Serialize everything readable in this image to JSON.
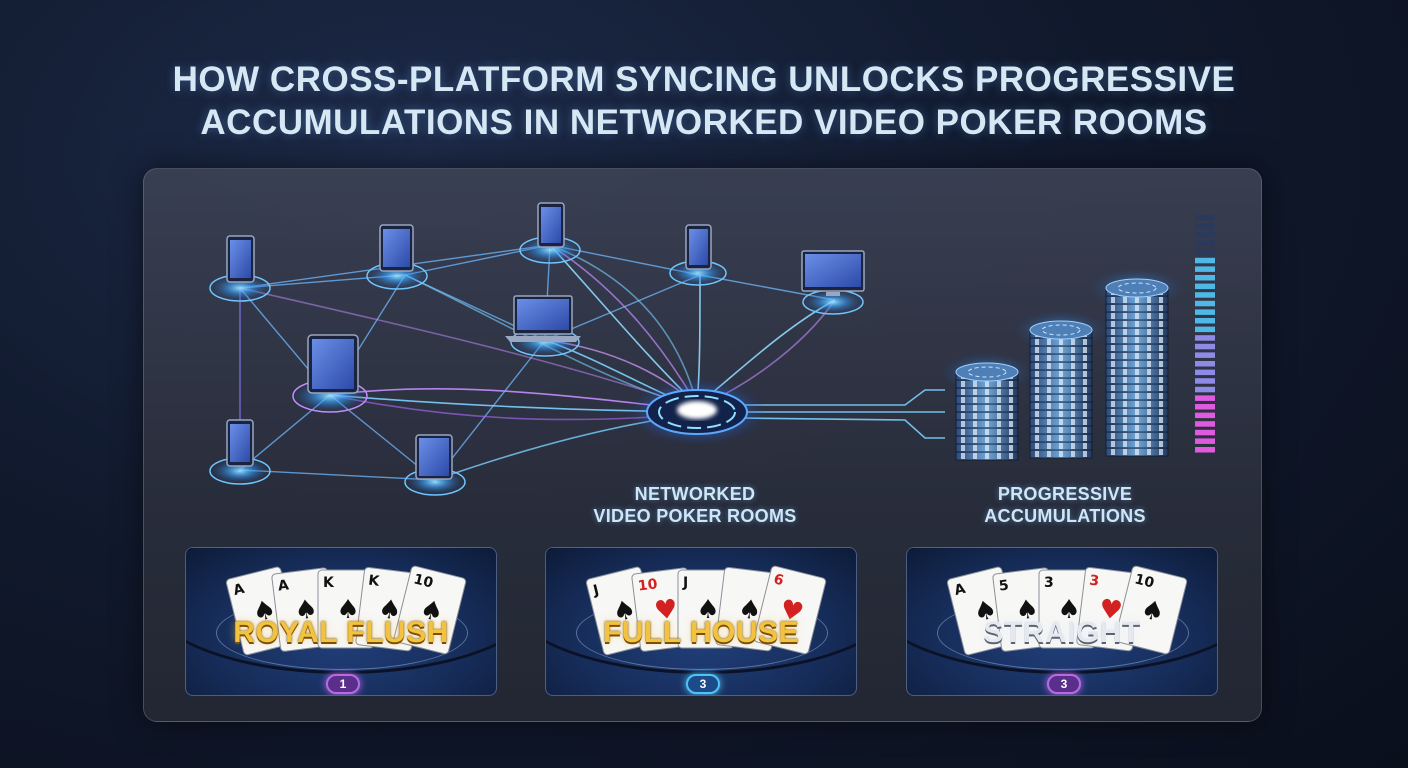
{
  "title": {
    "line1": "HOW CROSS-PLATFORM SYNCING UNLOCKS PROGRESSIVE",
    "line2": "ACCUMULATIONS IN NETWORKED VIDEO POKER ROOMS"
  },
  "captions": {
    "network": {
      "line1": "NETWORKED",
      "line2": "VIDEO POKER ROOMS"
    },
    "progressive": {
      "line1": "PROGRESSIVE",
      "line2": "ACCUMULATIONS"
    }
  },
  "hands": [
    {
      "name": "ROYAL FLUSH",
      "rank": "1",
      "cards": [
        "A",
        "A",
        "K",
        "K",
        "10"
      ]
    },
    {
      "name": "FULL HOUSE",
      "rank": "3",
      "cards": [
        "J",
        "10",
        "J",
        "",
        "6"
      ]
    },
    {
      "name": "STRAIGHT",
      "rank": "3",
      "cards": [
        "A",
        "5",
        "3",
        "3",
        "10"
      ]
    }
  ],
  "colors": {
    "accent_cyan": "#4fc3f7",
    "accent_purple": "#b76ae6",
    "gold_text": "#f3c23e",
    "panel_bg": "#2e3242"
  },
  "icons": {
    "devices": [
      "smartphone-icon",
      "tablet-icon",
      "laptop-icon",
      "monitor-icon"
    ],
    "hub": "network-hub-icon",
    "chips": "poker-chip-stack-icon"
  }
}
